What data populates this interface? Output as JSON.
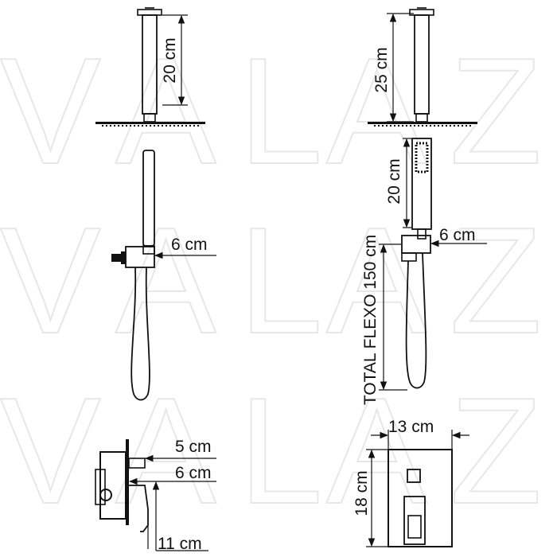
{
  "watermark": {
    "letters": [
      "V",
      "A",
      "L",
      "A",
      "Z"
    ]
  },
  "left_column": {
    "rain_shower_arm_dimension": "20 cm",
    "hand_shower_holder_dimension": "6 cm",
    "valve_depth_top": "5 cm",
    "valve_depth_bottom": "6 cm",
    "valve_lever_dimension": "11 cm"
  },
  "right_column": {
    "rain_shower_arm_dimension": "25 cm",
    "hand_shower_length_dimension": "20 cm",
    "hand_shower_holder_dimension": "6 cm",
    "hose_total_length": "TOTAL FLEXO 150 cm",
    "plate_width": "13 cm",
    "plate_height": "18 cm"
  },
  "colors": {
    "line": "#111111",
    "watermark": "#e7e7e7",
    "background": "#ffffff"
  }
}
